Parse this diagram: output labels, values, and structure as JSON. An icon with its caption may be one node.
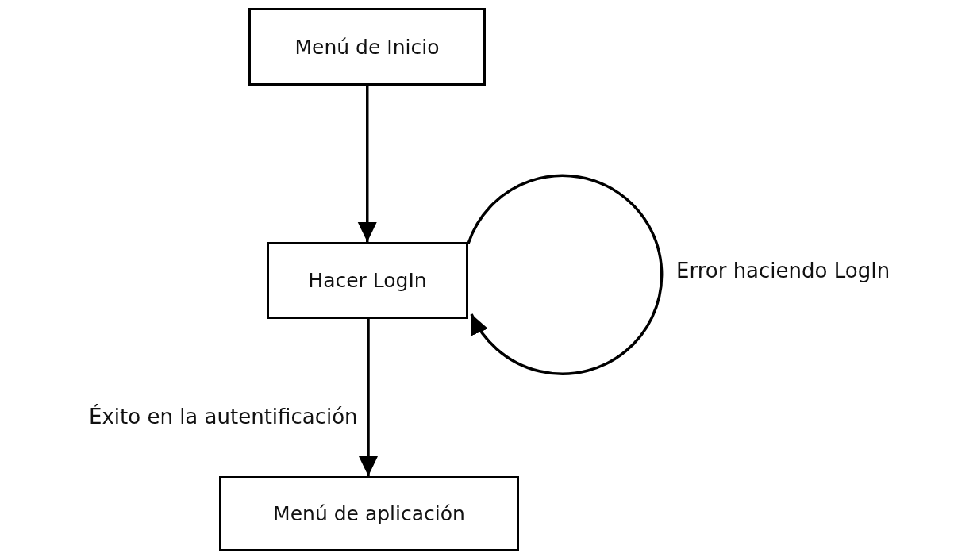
{
  "diagram": {
    "nodes": [
      {
        "text": [
          "Menú de Inicio"
        ]
      },
      {
        "text": [
          "Hacer LogIn"
        ]
      },
      {
        "text": [
          "Menú de aplicación"
        ]
      }
    ],
    "edges": [
      {
        "from": 0,
        "to": 1,
        "arrow": "to"
      },
      {
        "from": 1,
        "to": 1,
        "arrow": "to",
        "label": "Error haciendo LogIn"
      },
      {
        "from": 1,
        "to": 2,
        "arrow": "to",
        "label": "Éxito en la autentificación"
      }
    ]
  }
}
